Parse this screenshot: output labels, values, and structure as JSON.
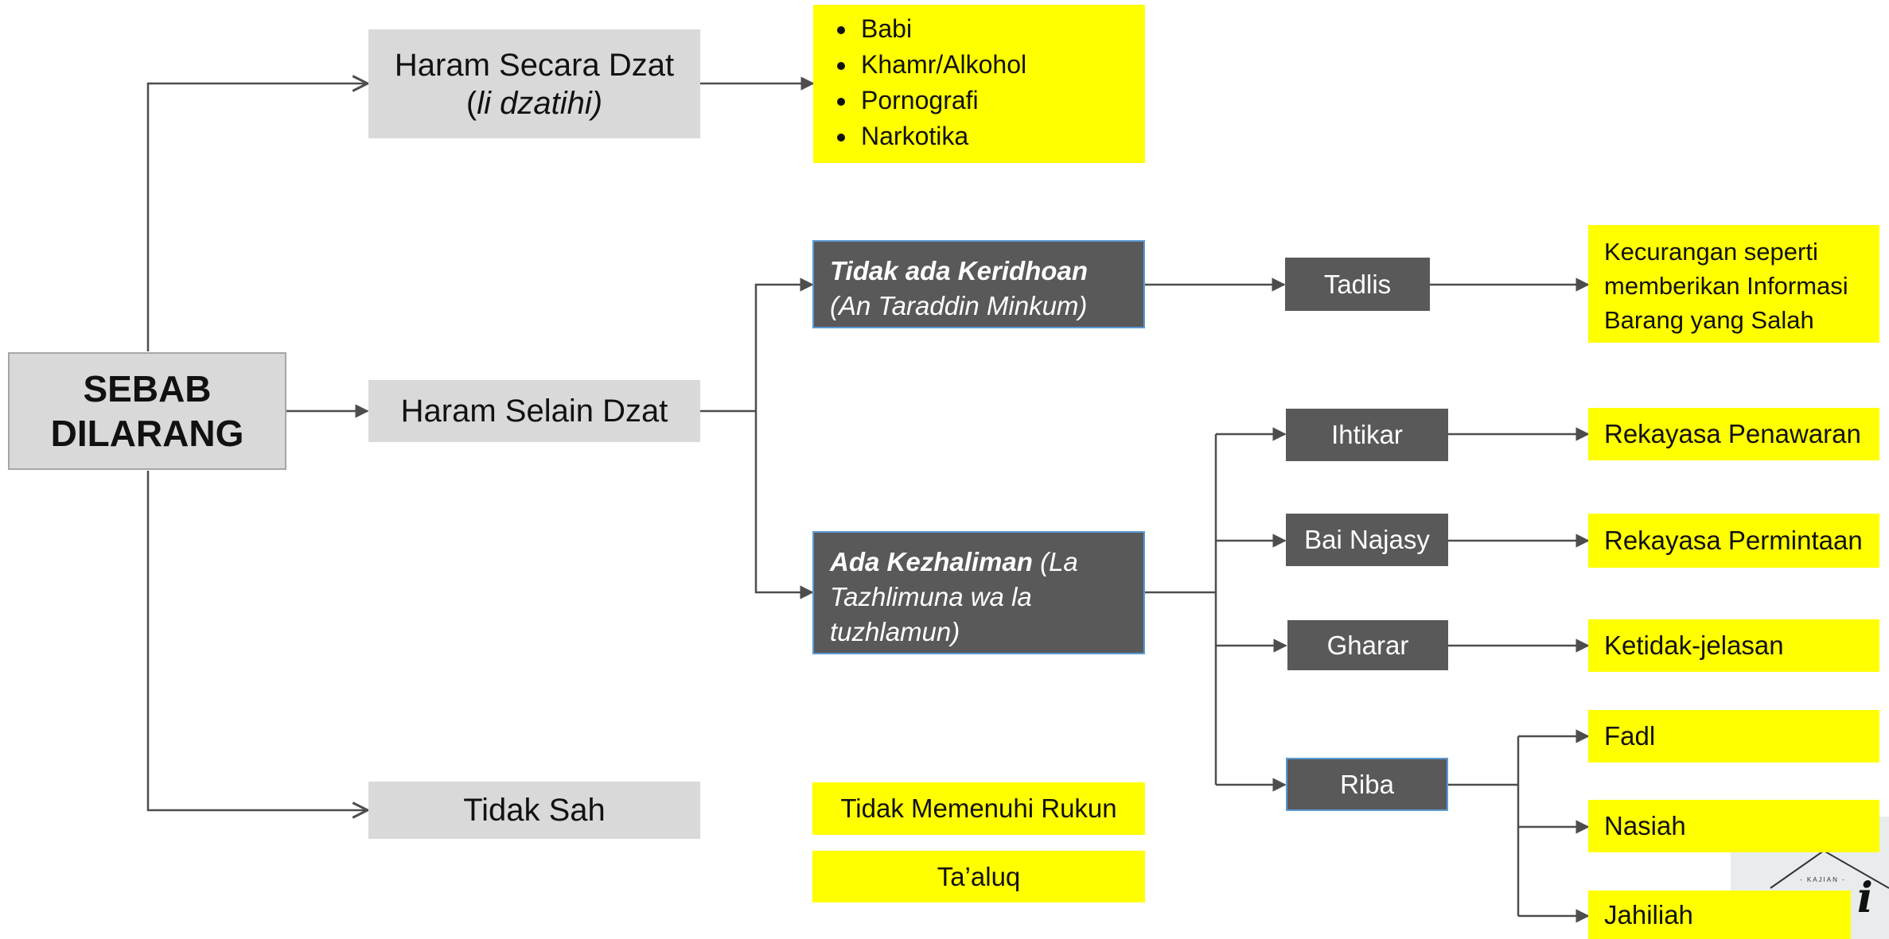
{
  "root": {
    "line1": "SEBAB",
    "line2": "DILARANG"
  },
  "haram_dzat": {
    "line1": "Haram Secara Dzat",
    "paren_open": "(",
    "term": "li dzatihi)"
  },
  "haram_dzat_items": [
    "Babi",
    "Khamr/Alkohol",
    "Pornografi",
    "Narkotika"
  ],
  "haram_selain": {
    "label": "Haram Selain Dzat"
  },
  "tidak_sah": {
    "label": "Tidak Sah"
  },
  "tidak_sah_items": [
    "Tidak Memenuhi Rukun",
    "Ta’aluq"
  ],
  "keridhoan": {
    "bold": "Tidak ada Keridhoan",
    "sub": "(An Taraddin Minkum)"
  },
  "kezhaliman": {
    "bold": "Ada Kezhaliman",
    "rest": " (La Tazhlimuna wa la tuzhlamun)"
  },
  "tadlis": {
    "label": "Tadlis",
    "desc_lines": [
      "Kecurangan seperti",
      "memberikan Informasi",
      "Barang yang Salah"
    ]
  },
  "kezhaliman_types": [
    {
      "label": "Ihtikar",
      "desc": "Rekayasa Penawaran"
    },
    {
      "label": "Bai Najasy",
      "desc": "Rekayasa Permintaan"
    },
    {
      "label": "Gharar",
      "desc": "Ketidak-jelasan"
    },
    {
      "label": "Riba",
      "desc": ""
    }
  ],
  "riba_types": [
    "Fadl",
    "Nasiah",
    "Jahiliah"
  ],
  "logo": {
    "tag": "- KAJIAN -",
    "script": "i"
  },
  "colors": {
    "connector": "#4d4d4d",
    "gray_box": "#d9d9d9",
    "dark_box": "#595959",
    "highlight": "#ffff00",
    "border_accent": "#5b9bd5"
  }
}
